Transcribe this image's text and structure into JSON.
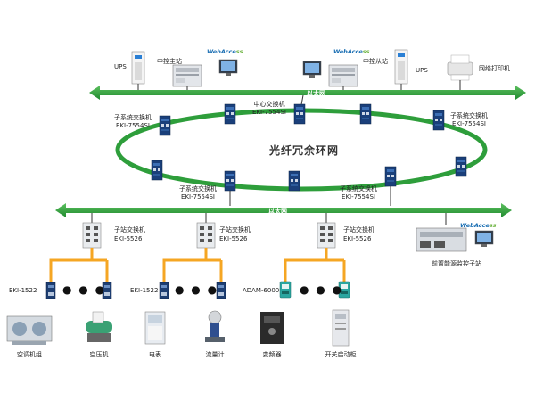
{
  "top": {
    "ups_left": "UPS",
    "central_master": "中控主站",
    "central_slave": "中控从站",
    "ups_right": "UPS",
    "printer": "网络打印机",
    "ethernet": "以太网",
    "webaccess_1": "WebAccess",
    "webaccess_2": "WebAccess"
  },
  "ring": {
    "title": "光纤冗余环网",
    "center_switch_name": "中心交换机",
    "center_switch_model": "EKI-7554SI",
    "sub_left_name": "子系统交换机",
    "sub_left_model": "EKI-7554SI",
    "sub_right_name": "子系统交换机",
    "sub_right_model": "EKI-7554SI",
    "sub_bottom1_name": "子系统交换机",
    "sub_bottom1_model": "EKI-7554SI",
    "sub_bottom2_name": "子系统交换机",
    "sub_bottom2_model": "EKI-7554SI"
  },
  "lower": {
    "ethernet": "以太网",
    "station1_name": "子站交换机",
    "station1_model": "EKI-5526",
    "station2_name": "子站交换机",
    "station2_model": "EKI-5526",
    "station3_name": "子站交换机",
    "station3_model": "EKI-5526",
    "monitor_station": "前置能源监控子站",
    "webaccess": "WebAccess"
  },
  "field": {
    "group1_module": "EKI-1522",
    "group2_module": "EKI-1522",
    "group3_module": "ADAM-6000",
    "dots": "●  ●  ●",
    "devices": [
      "空调机组",
      "空压机",
      "电表",
      "流量计",
      "变频器",
      "开关启动柜"
    ]
  },
  "colors": {
    "ethernet_bus": "#2e9e3b",
    "ring": "#2e9e3b",
    "wiring": "#f5a623",
    "switch_body": "#1a3f7a"
  }
}
